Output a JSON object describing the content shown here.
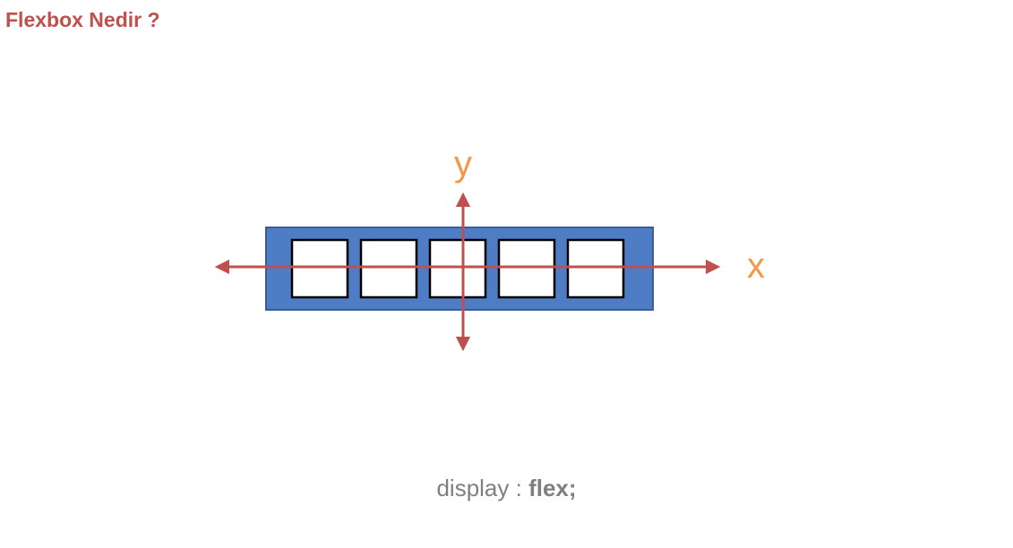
{
  "slide": {
    "title": "Flexbox Nedir ?"
  },
  "diagram": {
    "x_axis_label": "x",
    "y_axis_label": "y",
    "item_count": 5,
    "colors": {
      "container_fill": "#4F7DC5",
      "container_stroke": "#3A5D94",
      "item_fill": "#FFFFFF",
      "item_stroke": "#000000",
      "axis_line": "#C0504D",
      "axis_label": "#F79646",
      "title": "#C0504D",
      "caption": "#7F7F7F"
    }
  },
  "caption": {
    "property": "display :",
    "value": "flex;"
  }
}
